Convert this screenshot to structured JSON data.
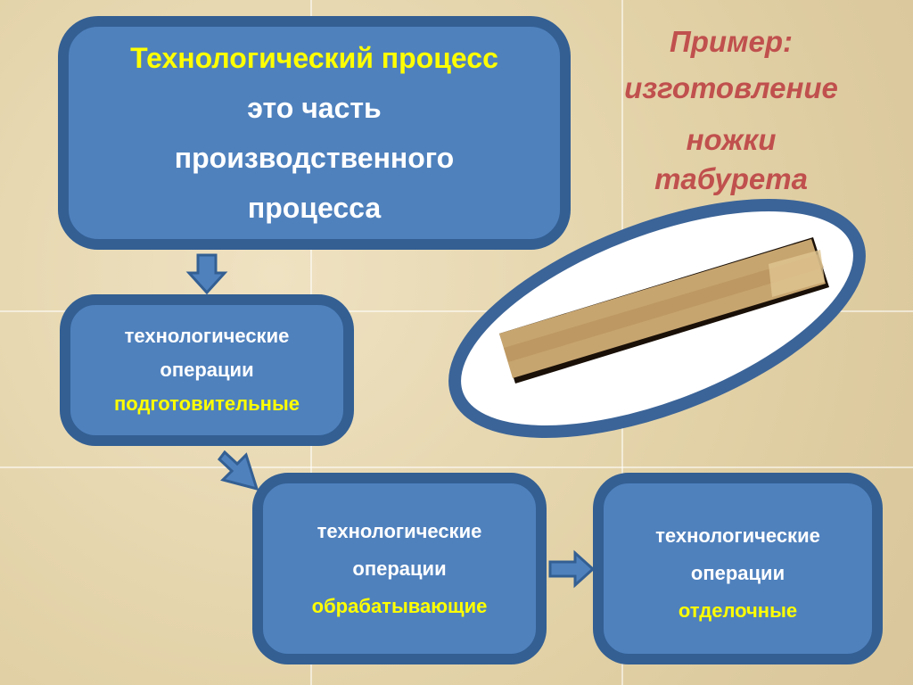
{
  "main_box": {
    "title": "Технологический процесс",
    "line2": "это часть",
    "line3": "производственного",
    "line4": "процесса"
  },
  "box_prep": {
    "line1": "технологические",
    "line2": "операции",
    "highlight": "подготовительные"
  },
  "box_proc": {
    "line1": "технологические",
    "line2": "операции",
    "highlight": "обрабатывающие"
  },
  "box_finish": {
    "line1": "технологические",
    "line2": "операции",
    "highlight": "отделочные"
  },
  "example": {
    "line1": "Пример:",
    "line2": "изготовление",
    "line3": "ножки",
    "line4": "табурета"
  },
  "colors": {
    "box_fill": "#4f81bd",
    "box_border": "#335f93",
    "highlight": "#ffff00",
    "example_text": "#c0504d"
  }
}
